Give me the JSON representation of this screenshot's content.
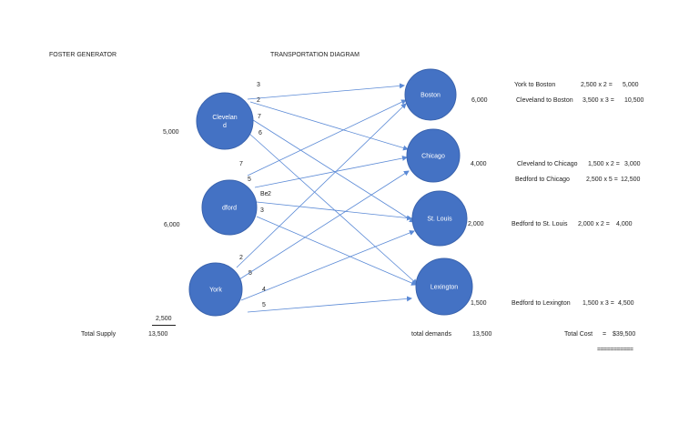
{
  "header": {
    "company": "FOSTER GENERATOR",
    "diagram_title": "TRANSPORTATION DIAGRAM"
  },
  "sources": [
    {
      "id": "cleveland",
      "label_lines": [
        "Clevelan",
        "d"
      ],
      "supply": "5,000"
    },
    {
      "id": "bedford",
      "label_lines": [
        "dford"
      ],
      "supply": "6,000"
    },
    {
      "id": "york",
      "label_lines": [
        "York"
      ],
      "supply": "2,500"
    }
  ],
  "destinations": [
    {
      "id": "boston",
      "label": "Boston",
      "demand": "6,000"
    },
    {
      "id": "chicago",
      "label": "Chicago",
      "demand": "4,000"
    },
    {
      "id": "stlouis",
      "label": "St. Louis",
      "demand": "2,000"
    },
    {
      "id": "lexington",
      "label": "Lexington",
      "demand": "1,500"
    }
  ],
  "routes": [
    {
      "from": "cleveland",
      "to": "boston",
      "cost": "3"
    },
    {
      "from": "cleveland",
      "to": "chicago",
      "cost": "2"
    },
    {
      "from": "cleveland",
      "to": "stlouis",
      "cost": "7"
    },
    {
      "from": "cleveland",
      "to": "lexington",
      "cost": "6"
    },
    {
      "from": "bedford",
      "to": "boston",
      "cost": "7"
    },
    {
      "from": "bedford",
      "to": "chicago",
      "cost": "5"
    },
    {
      "from": "bedford",
      "to": "stlouis",
      "cost": "2"
    },
    {
      "from": "bedford",
      "to": "lexington",
      "cost": "3"
    },
    {
      "from": "york",
      "to": "boston",
      "cost": "2"
    },
    {
      "from": "york",
      "to": "chicago",
      "cost": "5"
    },
    {
      "from": "york",
      "to": "stlouis",
      "cost": "4"
    },
    {
      "from": "york",
      "to": "lexington",
      "cost": "5"
    }
  ],
  "bedford_prefix": "Be",
  "assignments": [
    {
      "route": "York to Boston",
      "calc": "2,500 x 2 =",
      "result": "5,000"
    },
    {
      "route": "Cleveland to Boston",
      "calc": "3,500 x 3 =",
      "result": "10,500"
    },
    {
      "route": "Cleveland to Chicago",
      "calc": "1,500 x 2 =",
      "result": "3,000"
    },
    {
      "route": "Bedford to Chicago",
      "calc": "2,500 x 5 =",
      "result": "12,500"
    },
    {
      "route": "Bedford to St. Louis",
      "calc": "2,000 x 2 =",
      "result": "4,000"
    },
    {
      "route": "Bedford to Lexington",
      "calc": "1,500 x 3 =",
      "result": "4,500"
    }
  ],
  "totals": {
    "supply_label": "Total Supply",
    "supply_value": "13,500",
    "demand_label": "total demands",
    "demand_value": "13,500",
    "cost_label": "Total Cost",
    "cost_equals": "=",
    "cost_value": "$39,500",
    "double_rule": "==========="
  },
  "colors": {
    "node_fill": "#4472c4",
    "node_stroke": "#3a63ad",
    "arrow": "#5b8ad6"
  }
}
